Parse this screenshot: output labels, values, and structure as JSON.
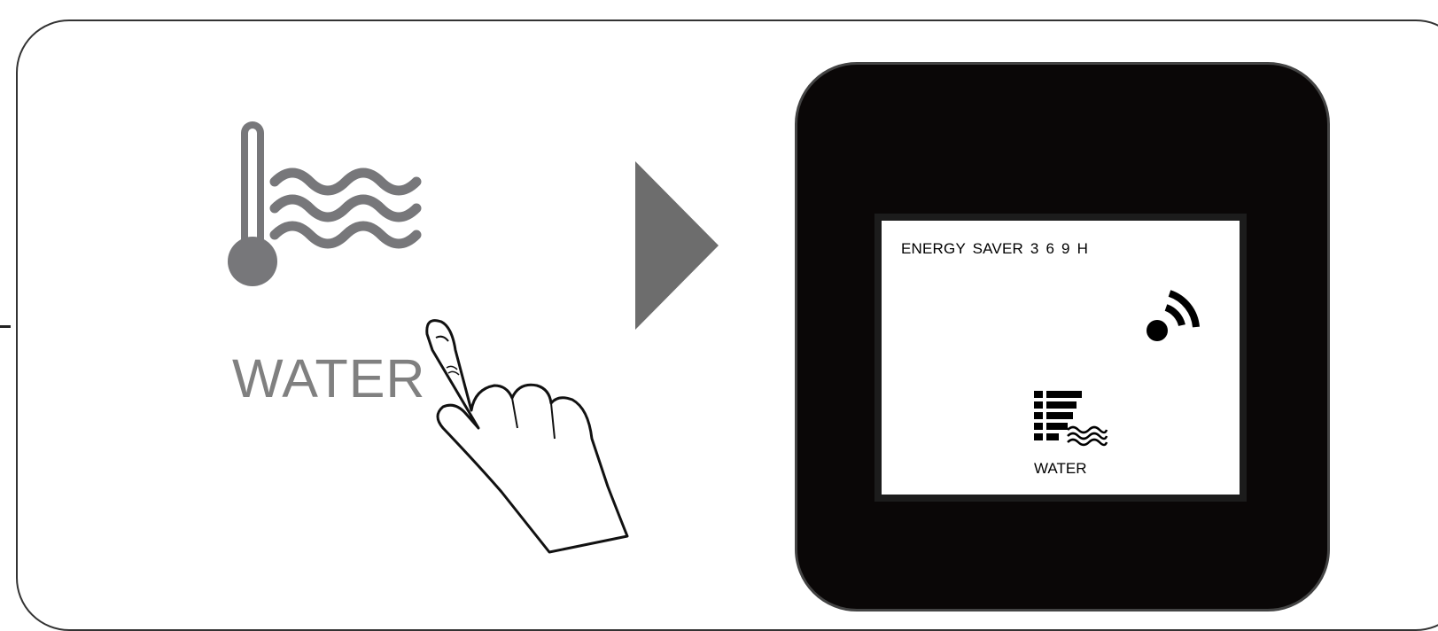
{
  "left_panel": {
    "button_label": "WATER",
    "icon": "water-temperature-icon"
  },
  "display": {
    "top_text": "ENERGY SAVER  3  6  9  H",
    "mode_label": "WATER",
    "status_icon": "wifi-signal-icon",
    "mode_icon": "water-heater-icon"
  },
  "colors": {
    "icon_gray": "#7a7a7c",
    "device_body": "#0a0707",
    "screen_bg": "#ffffff"
  }
}
